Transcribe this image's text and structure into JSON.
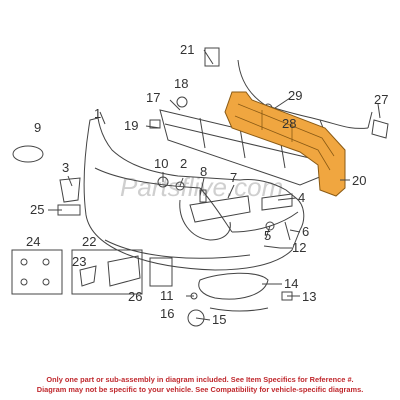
{
  "diagram": {
    "watermark": "Partsflive.com",
    "colors": {
      "highlight": "#f0a640",
      "line": "#444444",
      "notice": "#c0292e"
    },
    "callouts": [
      "1",
      "2",
      "3",
      "4",
      "5",
      "6",
      "7",
      "8",
      "9",
      "10",
      "11",
      "12",
      "13",
      "14",
      "15",
      "16",
      "17",
      "18",
      "19",
      "20",
      "21",
      "22",
      "23",
      "24",
      "25",
      "26",
      "27",
      "28",
      "29"
    ]
  },
  "disclaimer": {
    "line1": "Only one part or sub-assembly in diagram included. See Item Specifics for Reference #.",
    "line2": "Diagram may not be specific to your vehicle. See Compatibility for vehicle-specific diagrams."
  }
}
